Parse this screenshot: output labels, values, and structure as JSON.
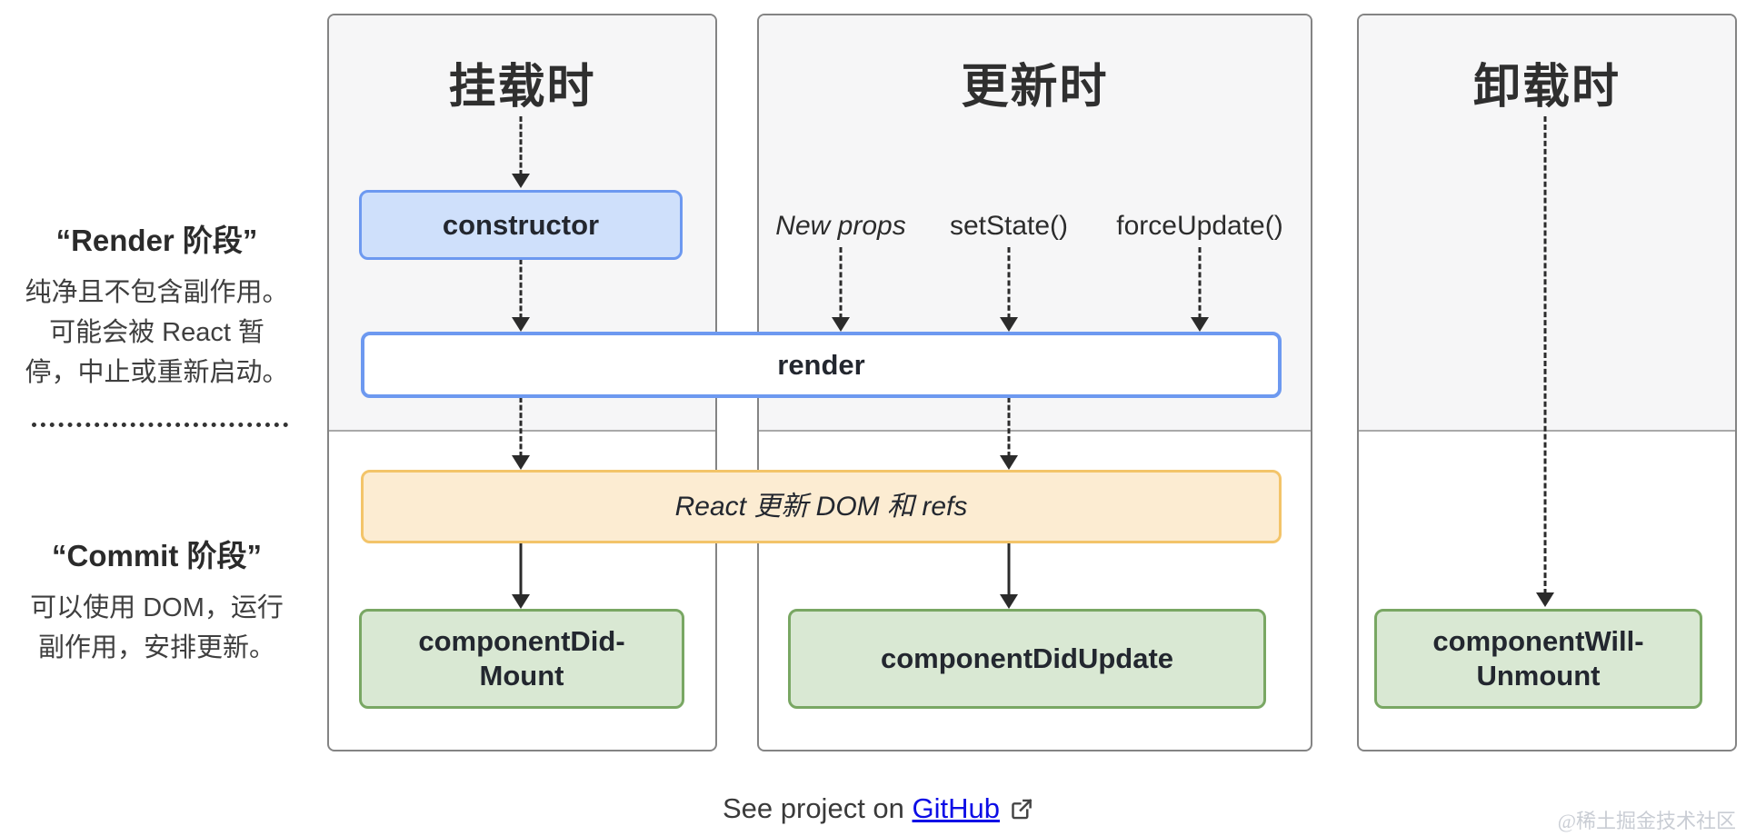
{
  "sidebar": {
    "render_phase": {
      "title": "“Render 阶段”",
      "desc_lines": [
        "纯净且不包含副作用。",
        "可能会被 React 暂",
        "停，中止或重新启动。"
      ]
    },
    "commit_phase": {
      "title": "“Commit 阶段”",
      "desc_lines": [
        "可以使用 DOM，运行",
        "副作用，安排更新。"
      ]
    }
  },
  "columns": {
    "mounting": {
      "title": "挂载时"
    },
    "updating": {
      "title": "更新时",
      "triggers": [
        "New props",
        "setState()",
        "forceUpdate()"
      ]
    },
    "unmounting": {
      "title": "卸载时"
    }
  },
  "nodes": {
    "constructor": "constructor",
    "render": "render",
    "react_updates": "React 更新 DOM 和 refs",
    "component_did_mount": {
      "line1": "componentDid-",
      "line2": "Mount"
    },
    "component_did_update": "componentDidUpdate",
    "component_will_unmount": {
      "line1": "componentWill-",
      "line2": "Unmount"
    }
  },
  "footer": {
    "text_before": "See project on ",
    "link_label": "GitHub",
    "external_icon": "external-link-icon"
  },
  "watermark": "@稀土掘金技术社区",
  "colors": {
    "blue_border": "#6d99f0",
    "blue_fill": "#cfe0fb",
    "green_border": "#79a763",
    "green_fill": "#d9e8d3",
    "orange_border": "#f3c469",
    "orange_fill": "#fcecd2",
    "column_gray_bg": "#f6f6f7",
    "link_blue": "#0d0de6",
    "arrow_dark": "#2b2b2b"
  }
}
